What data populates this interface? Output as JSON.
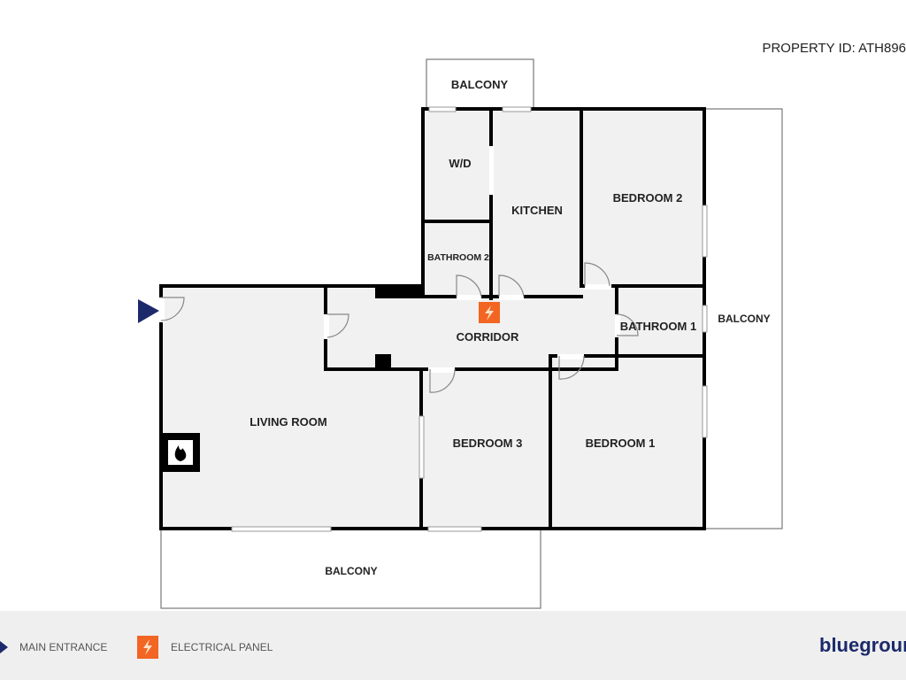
{
  "property_id": "PROPERTY ID: ATH896",
  "rooms": {
    "balcony_top": "BALCONY",
    "wd": "W/D",
    "kitchen": "KITCHEN",
    "bedroom2": "BEDROOM 2",
    "bathroom2": "BATHROOM 2",
    "corridor": "CORRIDOR",
    "bathroom1": "BATHROOM 1",
    "balcony_right": "BALCONY",
    "living_room": "LIVING ROOM",
    "bedroom3": "BEDROOM 3",
    "bedroom1": "BEDROOM 1",
    "balcony_bottom": "BALCONY"
  },
  "legend": {
    "main_entrance": "MAIN ENTRANCE",
    "electrical_panel": "ELECTRICAL PANEL"
  },
  "brand": "bluegroun",
  "colors": {
    "wall": "#000000",
    "room_fill": "#f1f1f1",
    "electrical": "#f26522",
    "entrance": "#1c2a6b",
    "brand": "#1c2a6b"
  },
  "icons": {
    "entrance": "triangle-arrow-icon",
    "electrical": "lightning-bolt-icon",
    "fireplace": "flame-icon"
  }
}
